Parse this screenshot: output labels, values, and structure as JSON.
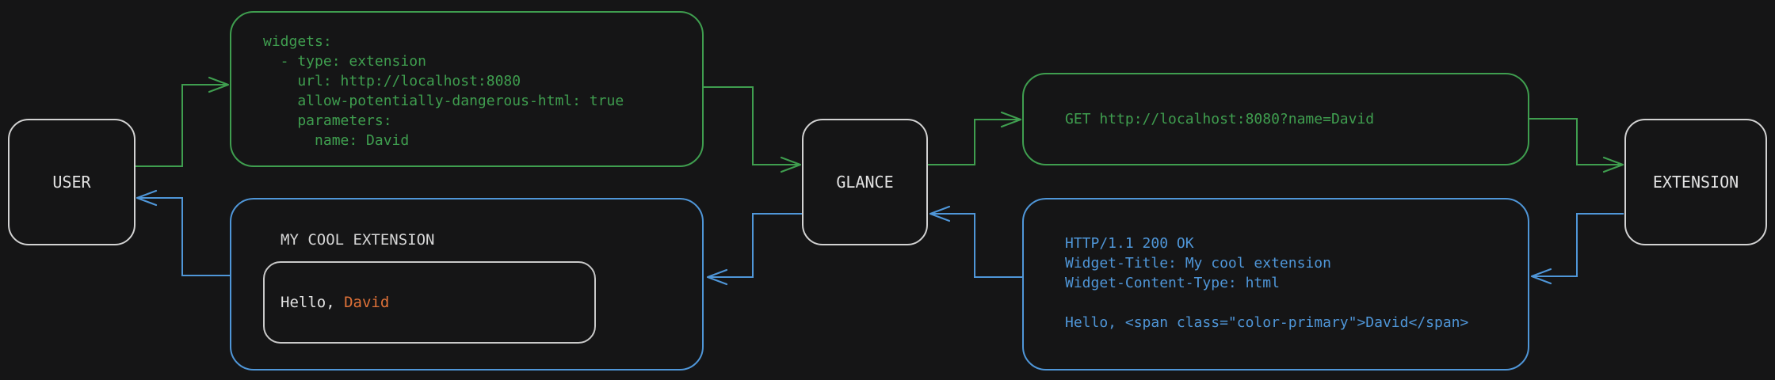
{
  "diagram": {
    "background": "#151516",
    "colors": {
      "request_accent": "#3f9e4f",
      "response_accent": "#4f96d8",
      "highlight_orange": "#de7138",
      "node_border": "#d2d2d2",
      "text_light": "#e2e2e2"
    },
    "nodes": {
      "user": {
        "label": "USER"
      },
      "glance": {
        "label": "GLANCE"
      },
      "extension": {
        "label": "EXTENSION"
      }
    },
    "config_box": {
      "lines": [
        "widgets:",
        "  - type: extension",
        "    url: http://localhost:8080",
        "    allow-potentially-dangerous-html: true",
        "    parameters:",
        "      name: David"
      ]
    },
    "request_box": {
      "text": "GET http://localhost:8080?name=David"
    },
    "response_box": {
      "lines": [
        "HTTP/1.1 200 OK",
        "Widget-Title: My cool extension",
        "Widget-Content-Type: html",
        "",
        "Hello, <span class=\"color-primary\">David</span>"
      ]
    },
    "widget_box": {
      "title": "MY COOL EXTENSION",
      "greeting_prefix": "Hello, ",
      "greeting_name": "David"
    }
  }
}
